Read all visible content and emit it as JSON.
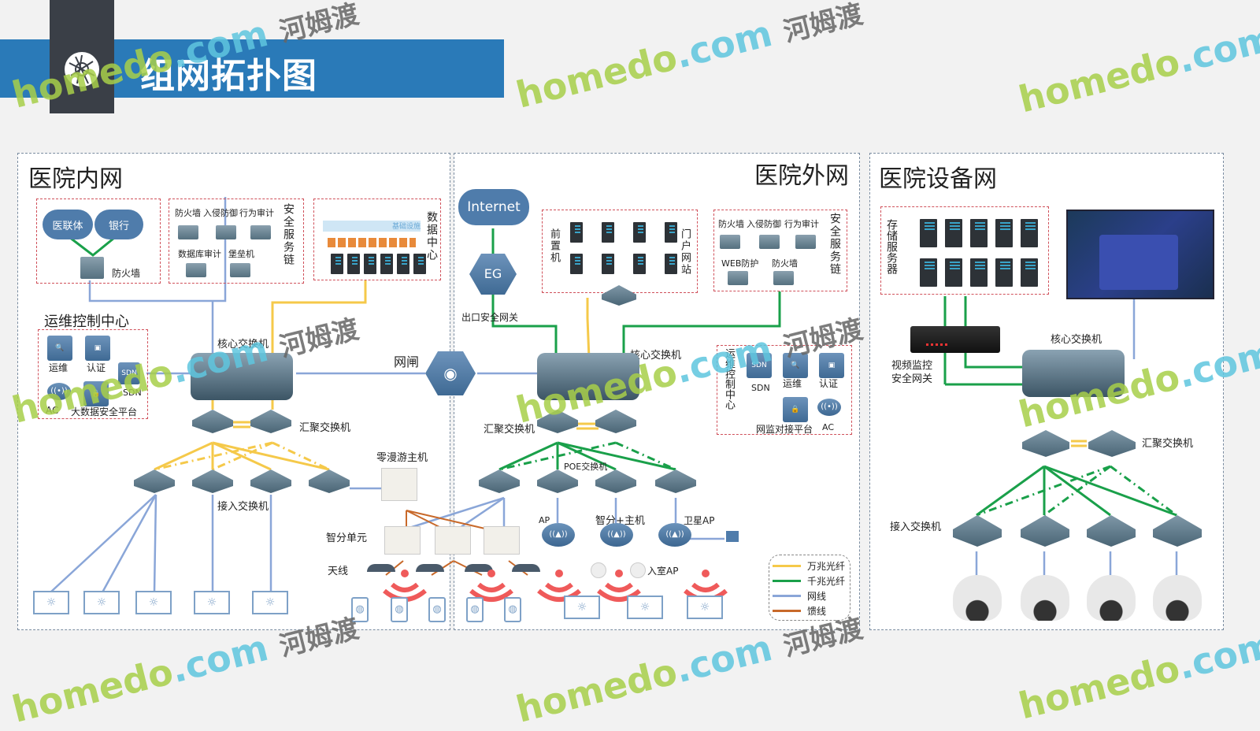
{
  "header": {
    "title": "组网拓扑图",
    "logo_icon": "network-globe-icon"
  },
  "colors": {
    "header_band": "#2a7ab8",
    "header_dark": "#3a3f47",
    "line_10g": "#f5c94a",
    "line_1g": "#1aa04a",
    "line_ethernet": "#8aa6d8",
    "line_feeder": "#c8692a",
    "red_box": "#d0505a"
  },
  "inner_network": {
    "title": "医院内网",
    "clouds": [
      "医联体",
      "银行"
    ],
    "firewall_label": "防火墙",
    "security_chain": {
      "side_label": "安全服务链",
      "row1": [
        "防火墙",
        "入侵防御",
        "行为审计"
      ],
      "row2": [
        "数据库审计",
        "堡垒机"
      ]
    },
    "data_center": {
      "side_label": "数据中心",
      "band_text": "基础设施"
    },
    "ops_center": {
      "title": "运维控制中心",
      "items": [
        "运维",
        "认证",
        "SDN",
        "AC",
        "大数据安全平台"
      ]
    },
    "core_switch_label": "核心交换机",
    "agg_switch_label": "汇聚交换机",
    "access_switch_label": "接入交换机",
    "roaming_host_label": "零漫游主机",
    "smart_unit_label": "智分单元",
    "antenna_label": "天线"
  },
  "gatekeeper_label": "网闸",
  "outer_network": {
    "title": "医院外网",
    "internet_label": "Internet",
    "eg_label": "EG",
    "gateway_label": "出口安全网关",
    "frontend_label": "前置机",
    "portal_label": "门户网站",
    "security_chain": {
      "side_label": "安全服务链",
      "row1": [
        "防火墙",
        "入侵防御",
        "行为审计"
      ],
      "row2": [
        "WEB防护",
        "防火墙"
      ]
    },
    "core_switch_label": "核心交换机",
    "ops_center": {
      "side_label": "运维控制中心",
      "items": [
        "SDN",
        "运维",
        "认证",
        "网监对接平台",
        "AC"
      ]
    },
    "agg_switch_label": "汇聚交换机",
    "poe_switch_label": "POE交换机",
    "ap_labels": [
      "AP",
      "智分+主机",
      "卫星AP"
    ],
    "indoor_ap_label": "入室AP"
  },
  "legend": {
    "items": [
      {
        "label": "万兆光纤",
        "color": "#f5c94a"
      },
      {
        "label": "千兆光纤",
        "color": "#1aa04a"
      },
      {
        "label": "网线",
        "color": "#8aa6d8"
      },
      {
        "label": "馈线",
        "color": "#c8692a"
      }
    ]
  },
  "device_network": {
    "title": "医院设备网",
    "storage_label": "存储服务器",
    "video_gateway_label": "视频监控安全网关",
    "core_switch_label": "核心交换机",
    "agg_switch_label": "汇聚交换机",
    "access_switch_label": "接入交换机"
  },
  "watermark": {
    "brand": "homedo",
    "domain": ".com",
    "cn": "河姆渡"
  }
}
